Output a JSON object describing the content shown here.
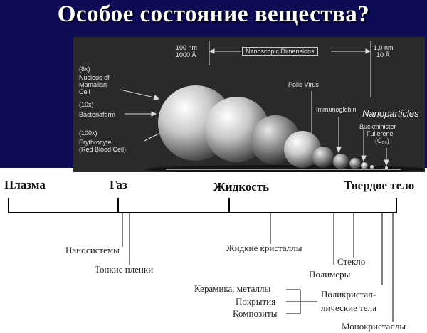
{
  "title": "Особое состояние вещества?",
  "photo": {
    "left_scale_nm": "100 nm",
    "left_scale_a": "1000 Å",
    "center_label": "Nanoscopic Dimensions",
    "right_scale_nm": "1,0 nm",
    "right_scale_a": "10 Å",
    "mag_8x": "(8x)",
    "nucleus_line1": "Nucleus of",
    "nucleus_line2": "Mamalian",
    "nucleus_line3": "Cell",
    "mag_10x": "(10x)",
    "bacteriaform": "Bacteriaform",
    "mag_100x": "(100x)",
    "erythrocyte": "Erythrocyte",
    "red_blood_cell": "(Red Blood Cell)",
    "polio_virus": "Polio Virus",
    "immunoglobin": "Immunoglobin",
    "nanoparticles": "Nanoparticles",
    "buck_line1": "Buckminister",
    "buck_line2": "Fullerene",
    "buck_line3": "(C₆₀)"
  },
  "states": {
    "plasma": "Плазма",
    "gas": "Газ",
    "liquid": "Жидкость",
    "solid": "Твердое тело"
  },
  "labels": {
    "nanosystems": "Наносистемы",
    "thin_films": "Тонкие пленки",
    "liquid_crystals": "Жидкие кристаллы",
    "glass": "Стекло",
    "polymers": "Полимеры",
    "ceramics": "Керамика, металлы",
    "coatings": "Покрытия",
    "composites": "Композиты",
    "polycrystal_line1": "Поликристал-",
    "polycrystal_line2": "лические тела",
    "monocrystals": "Монокристаллы"
  }
}
